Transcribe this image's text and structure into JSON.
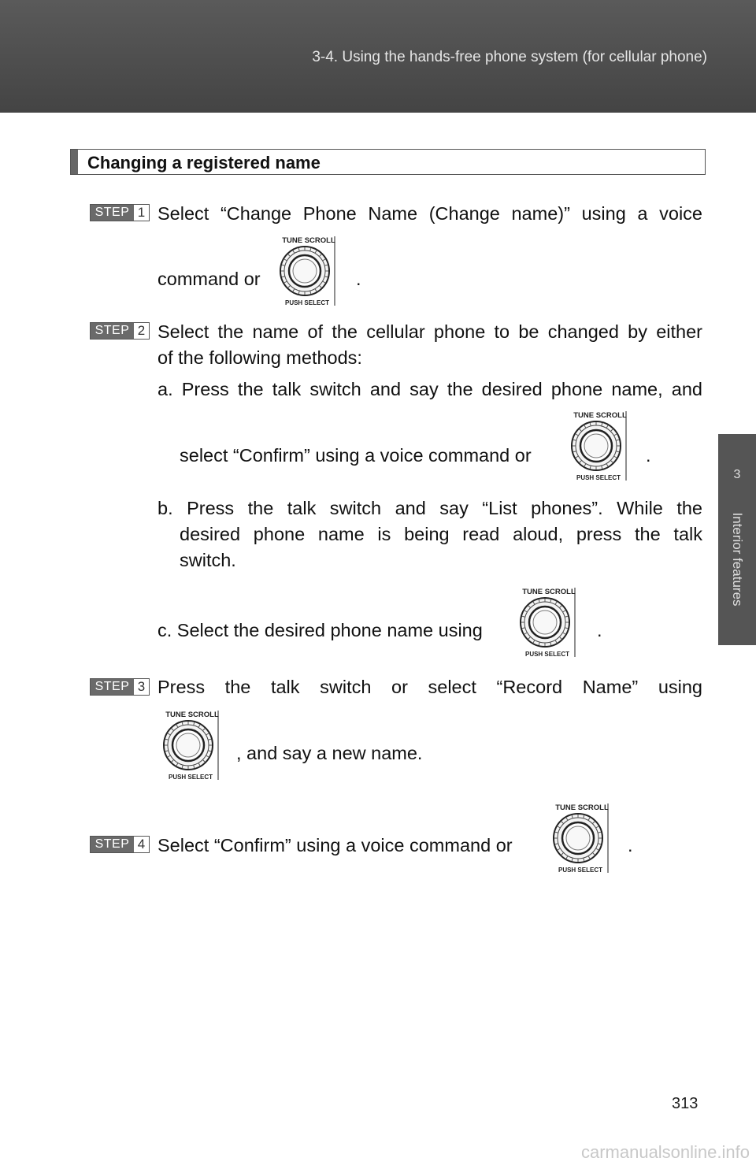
{
  "header": {
    "title": "3-4. Using the hands-free phone system (for cellular phone)"
  },
  "side_tab": {
    "chapter_number": "3",
    "label": "Interior features"
  },
  "section": {
    "heading": "Changing a registered name"
  },
  "knob": {
    "top_label": "TUNE SCROLL",
    "bottom_label": "PUSH SELECT",
    "icon": "tune-scroll-push-select-knob-icon"
  },
  "steps": [
    {
      "word": "STEP",
      "number": "1",
      "line1": "Select “Change Phone Name (Change name)” using a voice",
      "line2": "command or",
      "line2_end": "."
    },
    {
      "word": "STEP",
      "number": "2",
      "line1": "Select the name of the cellular phone to be changed by either",
      "line2": "of the following methods:",
      "sub_a_line1": "a. Press the talk switch and say the desired phone name, and",
      "sub_a_line2": "select “Confirm” using a voice command or",
      "sub_a_end": ".",
      "sub_b_line1": "b. Press the talk switch and say “List phones”. While the",
      "sub_b_line2": "desired phone name is being read aloud, press the talk",
      "sub_b_line3": "switch.",
      "sub_c_line1": "c. Select the desired phone name using",
      "sub_c_end": "."
    },
    {
      "word": "STEP",
      "number": "3",
      "line1": "Press the talk switch or select “Record Name” using",
      "line2": ", and say a new name."
    },
    {
      "word": "STEP",
      "number": "4",
      "line1": "Select “Confirm” using a voice command or",
      "line1_end": "."
    }
  ],
  "page_number": "313",
  "watermark": "carmanualsonline.info"
}
